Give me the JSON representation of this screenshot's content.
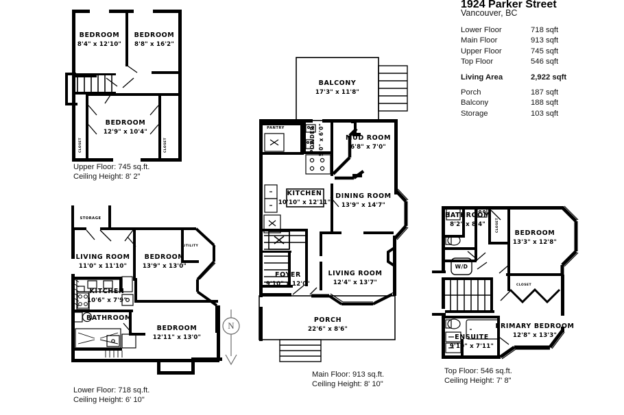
{
  "spec": {
    "title": "1924 Parker Street",
    "subtitle": "Vancouver, BC",
    "rows": [
      {
        "label": "Lower Floor",
        "value": "718 sqft"
      },
      {
        "label": "Main Floor",
        "value": "913 sqft"
      },
      {
        "label": "Upper Floor",
        "value": "745 sqft"
      },
      {
        "label": "Top Floor",
        "value": "546 sqft"
      }
    ],
    "total": {
      "label": "Living Area",
      "value": "2,922 sqft"
    },
    "extras": [
      {
        "label": "Porch",
        "value": "187 sqft"
      },
      {
        "label": "Balcony",
        "value": "188 sqft"
      },
      {
        "label": "Storage",
        "value": "103 sqft"
      }
    ]
  },
  "compass": {
    "letter": "N"
  },
  "upper_floor": {
    "caption_area": "Upper Floor: 745 sq.ft.",
    "caption_height": "Ceiling Height: 8' 2\"",
    "rooms": [
      {
        "name": "BEDROOM",
        "dim": "8'4\" x 12'10\""
      },
      {
        "name": "BEDROOM",
        "dim": "8'8\" x 16'2\""
      },
      {
        "name": "BEDROOM",
        "dim": "12'9\" x 10'4\""
      }
    ],
    "tags": [
      "CLOSET",
      "CLOSET"
    ]
  },
  "lower_floor": {
    "caption_area": "Lower Floor: 718 sq.ft.",
    "caption_height": "Ceiling Height: 6' 10\"",
    "rooms": [
      {
        "name": "LIVING ROOM",
        "dim": "11'0\" x 11'10\""
      },
      {
        "name": "BEDROOM",
        "dim": "13'9\" x 13'0\""
      },
      {
        "name": "KITCHEN",
        "dim": "10'6\" x 7'9\""
      },
      {
        "name": "BEDROOM",
        "dim": "12'11\" x 13'0\""
      },
      {
        "name": "BATHROOM",
        "dim": ""
      }
    ],
    "tags": [
      "STORAGE",
      "UTILITY"
    ]
  },
  "main_floor": {
    "caption_area": "Main Floor: 913 sq.ft.",
    "caption_height": "Ceiling Height: 8' 10\"",
    "rooms": [
      {
        "name": "BALCONY",
        "dim": "17'3\" x 11'8\""
      },
      {
        "name": "MUD ROOM",
        "dim": "6'8\" x 7'0\""
      },
      {
        "name": "POWDER",
        "dim": "5'0\" x 6'0\""
      },
      {
        "name": "KITCHEN",
        "dim": "10'10\" x 12'11\""
      },
      {
        "name": "DINING ROOM",
        "dim": "13'9\" x 14'7\""
      },
      {
        "name": "FOYER",
        "dim": "9'10\" x 12'0\""
      },
      {
        "name": "LIVING ROOM",
        "dim": "12'4\" x 13'7\""
      },
      {
        "name": "PORCH",
        "dim": "22'6\" x 8'6\""
      }
    ],
    "tags": [
      "PANTRY"
    ]
  },
  "top_floor": {
    "caption_area": "Top Floor: 546 sq.ft.",
    "caption_height": "Ceiling Height: 7' 8\"",
    "rooms": [
      {
        "name": "BATHROOM",
        "dim": "8'2\" x 8'4\""
      },
      {
        "name": "BEDROOM",
        "dim": "13'3\" x 12'8\""
      },
      {
        "name": "PRIMARY BEDROOM",
        "dim": "12'8\" x 13'3\""
      },
      {
        "name": "ENSUITE",
        "dim": "9'10\" x 7'11\""
      }
    ],
    "tags": [
      "CLOSET",
      "CLOSET",
      "W/D"
    ]
  },
  "colors": {
    "wall": "#000000",
    "background": "#ffffff",
    "text": "#111111"
  }
}
